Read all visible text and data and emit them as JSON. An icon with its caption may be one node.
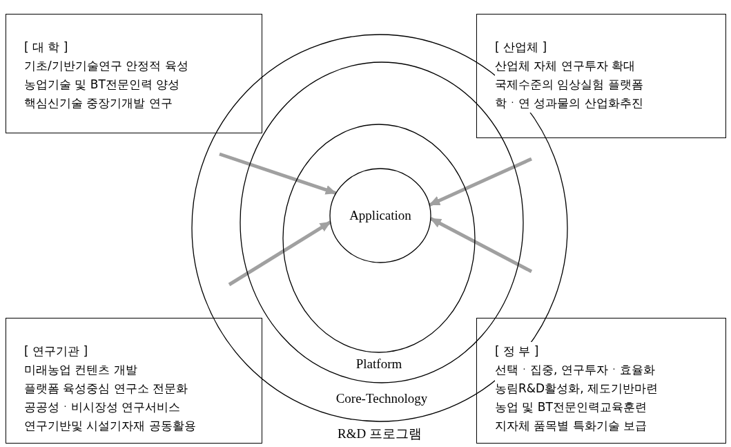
{
  "diagram": {
    "nodes": [
      {
        "text": [
          "[ 대 학 ]",
          "기초/기반기술연구 안정적 육성",
          "농업기술 및 BT전문인력 양성",
          "핵심신기술 중장기개발 연구"
        ]
      },
      {
        "text": [
          "[ 산업체 ]",
          "산업체 자체 연구투자 확대",
          "국제수준의 임상실험 플랫폼",
          "학ㆍ연 성과물의 산업화추진"
        ]
      },
      {
        "text": [
          "R&D 프로그램"
        ]
      },
      {
        "text": [
          "Core-Technology"
        ],
        "in": 2
      },
      {
        "text": [
          "Platform"
        ],
        "in": 3
      },
      {
        "text": [
          "Application"
        ],
        "in": 4
      },
      {
        "text": [
          "[ 연구기관 ]",
          "미래농업 컨텐츠 개발",
          "플랫폼 육성중심 연구소 전문화",
          "공공성ㆍ비시장성 연구서비스",
          "연구기반및 시설기자재 공동활용"
        ]
      },
      {
        "text": [
          "[ 정 부 ]",
          "선택ㆍ집중, 연구투자ㆍ효율화",
          "농림R&D활성화, 제도기반마련",
          "농업 및 BT전문인력교육훈련",
          "지자체 품목별 특화기술 보급"
        ]
      }
    ],
    "edges": [
      {
        "from": null,
        "to": 5,
        "arrow": "to",
        "color": "#a0a0a0"
      },
      {
        "from": null,
        "to": 5,
        "arrow": "to",
        "color": "#a0a0a0"
      },
      {
        "from": null,
        "to": 5,
        "arrow": "to",
        "color": "#a0a0a0"
      },
      {
        "from": null,
        "to": 5,
        "arrow": "to",
        "color": "#a0a0a0"
      }
    ]
  }
}
